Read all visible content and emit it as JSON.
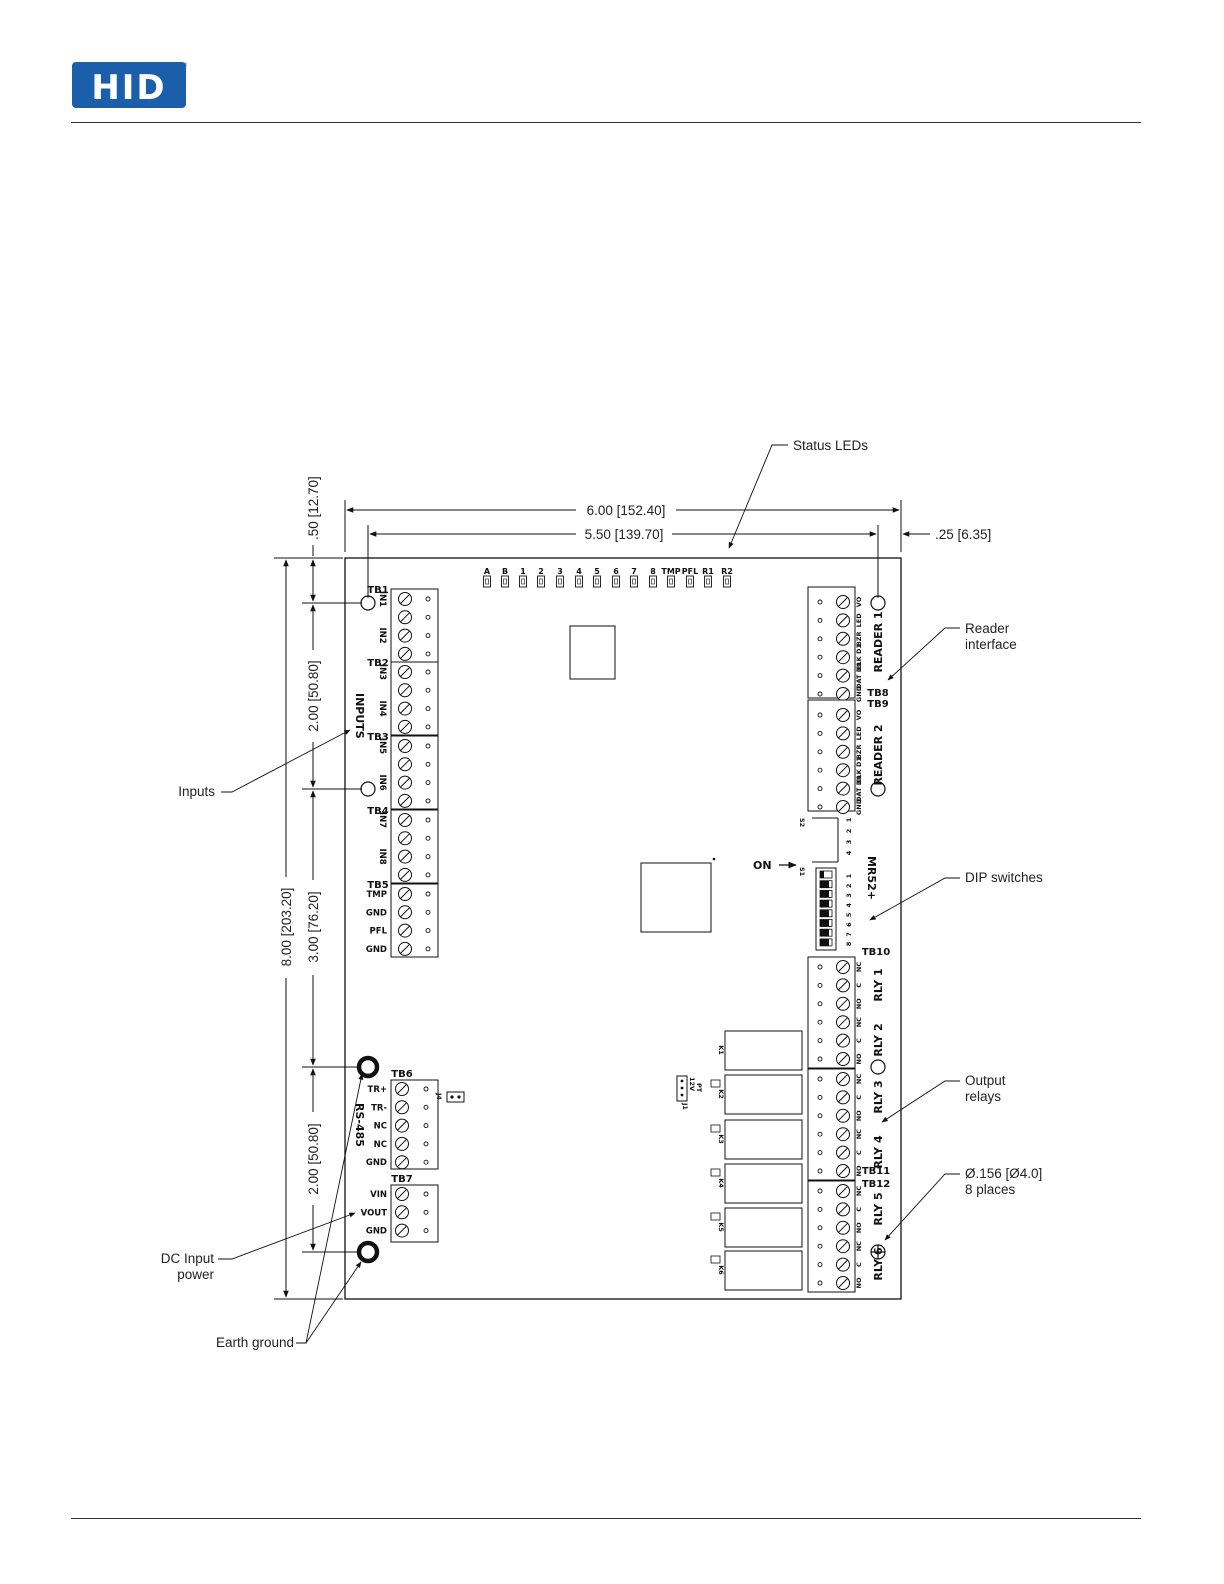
{
  "header": {
    "logo_text": "HID",
    "logo_mark": "®",
    "brand_color": "#1b5faa"
  },
  "callouts": {
    "status_leds": "Status LEDs",
    "reader_interface": [
      "Reader",
      "interface"
    ],
    "inputs": "Inputs",
    "dip_switches": "DIP switches",
    "output_relays": [
      "Output",
      "relays"
    ],
    "hole_spec": [
      "Ø.156 [Ø4.0]",
      "8 places"
    ],
    "dc_input": [
      "DC Input",
      "power"
    ],
    "earth_ground": "Earth ground"
  },
  "dimensions": {
    "overall_width": "6.00 [152.40]",
    "hole_spacing_width": "5.50 [139.70]",
    "edge_offset_right": ".25 [6.35]",
    "edge_offset_top": ".50 [12.70]",
    "overall_height": "8.00 [203.20]",
    "v_2_00_top": "2.00 [50.80]",
    "v_3_00": "3.00 [76.20]",
    "v_2_00_bottom": "2.00 [50.80]"
  },
  "board": {
    "status_leds": [
      "A",
      "B",
      "1",
      "2",
      "3",
      "4",
      "5",
      "6",
      "7",
      "8",
      "TMP",
      "PFL",
      "R1",
      "R2"
    ],
    "input_blocks": [
      {
        "name": "TB1",
        "pins": [
          "IN1",
          "",
          "IN2",
          ""
        ]
      },
      {
        "name": "TB2",
        "pins": [
          "IN3",
          "",
          "IN4",
          ""
        ]
      },
      {
        "name": "TB3",
        "pins": [
          "IN5",
          "",
          "IN6",
          ""
        ]
      },
      {
        "name": "TB4",
        "pins": [
          "IN7",
          "",
          "IN8",
          ""
        ]
      },
      {
        "name": "TB5",
        "pins": [
          "TMP",
          "GND",
          "PFL",
          "GND"
        ]
      }
    ],
    "inputs_group_label": "INPUTS",
    "rs485_label": "RS-485",
    "tb6": {
      "name": "TB6",
      "pins": [
        "TR+",
        "TR-",
        "NC",
        "NC",
        "GND"
      ]
    },
    "tb7": {
      "name": "TB7",
      "pins": [
        "VIN",
        "VOUT",
        "GND"
      ]
    },
    "jumper_j4": "J4",
    "jumper_j1": {
      "name": "J1",
      "labels": [
        "12V",
        "PT"
      ]
    },
    "reader_blocks": [
      {
        "name": "TB8",
        "group": "READER 1",
        "pins": [
          "VO",
          "LED",
          "BZR",
          "CLK D1",
          "DAT D0",
          "GND"
        ]
      },
      {
        "name": "TB9",
        "group": "READER 2",
        "pins": [
          "VO",
          "LED",
          "BZR",
          "CLK D1",
          "DAT D0",
          "GND"
        ]
      }
    ],
    "s2_label": "S2",
    "s2_numbers": [
      "4",
      "3",
      "2",
      "1"
    ],
    "s1_label": "S1",
    "s1_numbers": [
      "8",
      "7",
      "6",
      "5",
      "4",
      "3",
      "2",
      "1"
    ],
    "on_label": "ON",
    "board_model": "MR52+",
    "relay_blocks": [
      {
        "name": "TB10",
        "relays": [
          "RLY 1",
          "RLY 2"
        ]
      },
      {
        "name": "TB11",
        "relays": [
          "RLY 3",
          "RLY 4"
        ]
      },
      {
        "name": "TB12",
        "relays": [
          "RLY 5",
          "RLY 6"
        ]
      }
    ],
    "relay_pins": [
      "NC",
      "C",
      "NO"
    ],
    "relay_components": [
      "K1",
      "K2",
      "K3",
      "K4",
      "K5",
      "K6"
    ]
  }
}
